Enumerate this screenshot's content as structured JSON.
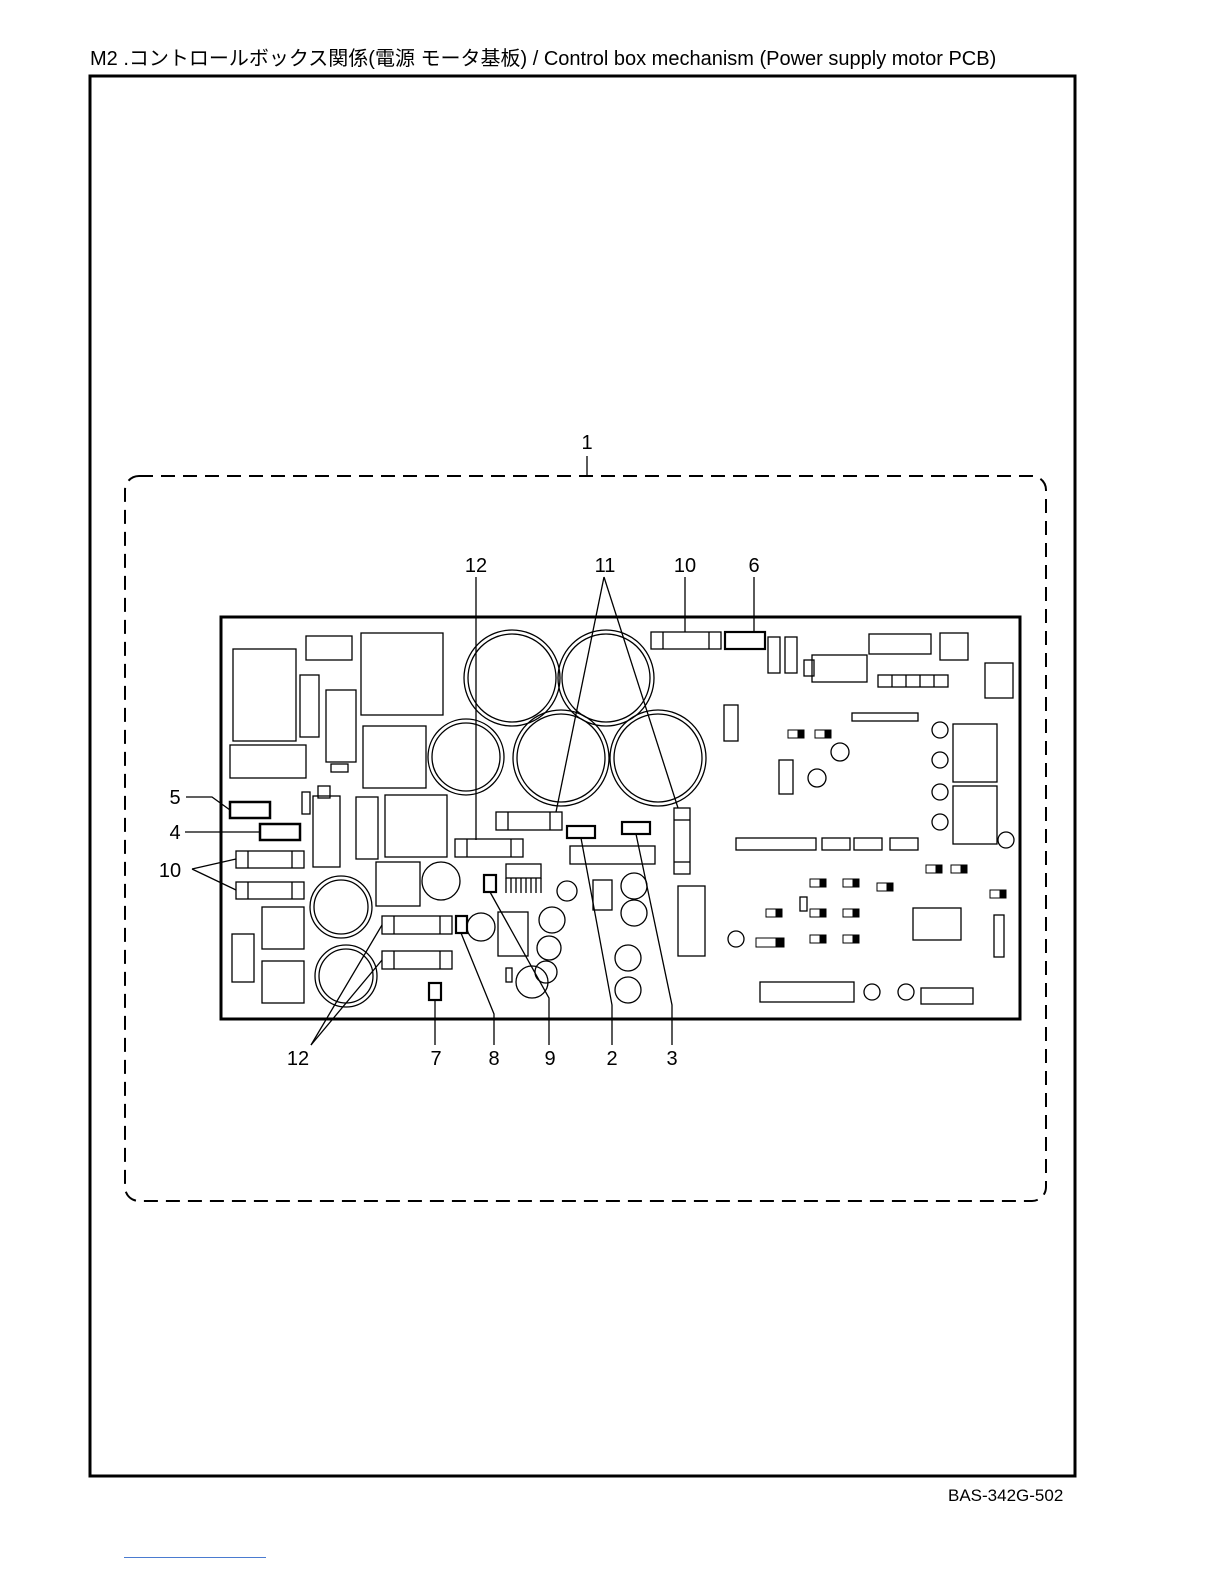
{
  "header": {
    "title": "M2 .コントロールボックス関係(電源 モータ基板) / Control box mechanism (Power supply motor PCB)"
  },
  "footer": {
    "code": "BAS-342G-502"
  },
  "callouts": {
    "assembly": "1",
    "top": [
      "12",
      "11",
      "10",
      "6"
    ],
    "left": [
      "5",
      "4",
      "10"
    ],
    "bottom": [
      "12",
      "7",
      "8",
      "9",
      "2",
      "3"
    ]
  }
}
